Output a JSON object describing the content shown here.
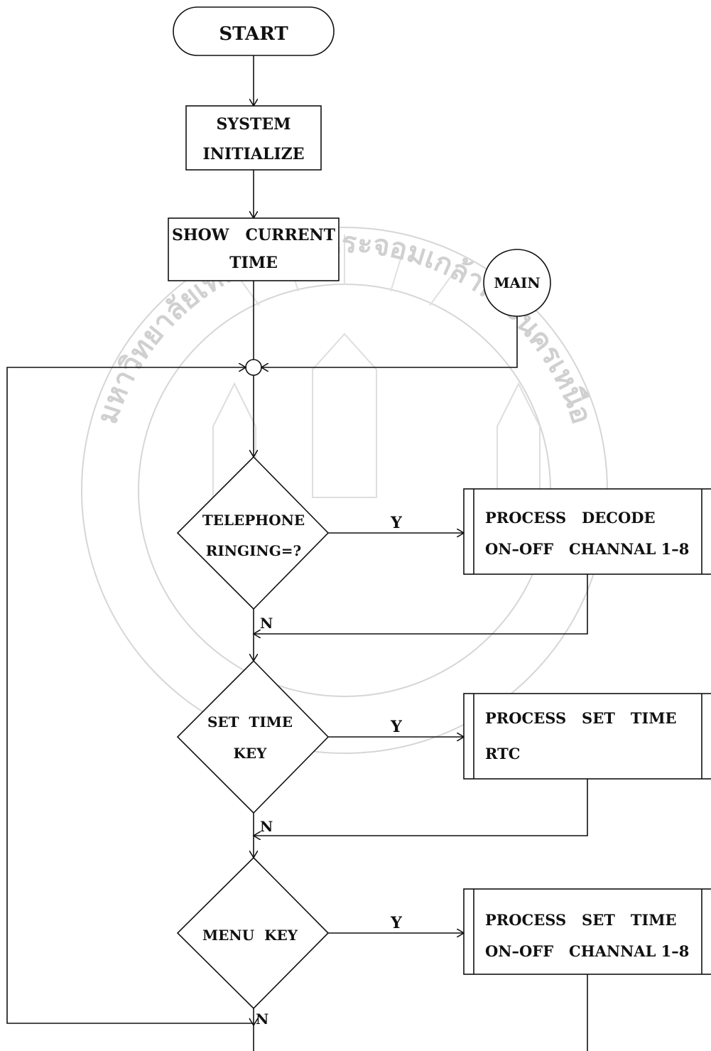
{
  "nodes": {
    "start": "START",
    "system_init_1": "SYSTEM",
    "system_init_2": "INITIALIZE",
    "show_time_1": "SHOW   CURRENT",
    "show_time_2": "TIME",
    "main_connector": "MAIN",
    "tel_ring_1": "TELEPHONE",
    "tel_ring_2": "RINGING=?",
    "set_time_1": "SET  TIME",
    "set_time_2": "KEY",
    "menu_key": "MENU  KEY",
    "proc_decode_1": "PROCESS   DECODE",
    "proc_decode_2": "ON–OFF   CHANNAL 1–8",
    "proc_settime_1": "PROCESS   SET   TIME",
    "proc_settime_2": "RTC",
    "proc_menu_1": "PROCESS   SET   TIME",
    "proc_menu_2": "ON–OFF   CHANNAL 1–8"
  },
  "branch_labels": {
    "yes": "Y",
    "no": "N"
  },
  "watermark": {
    "text": "มหาวิทยาลัยเทคโนโลยีพระจอมเกล้าพระนครเหนือ"
  }
}
